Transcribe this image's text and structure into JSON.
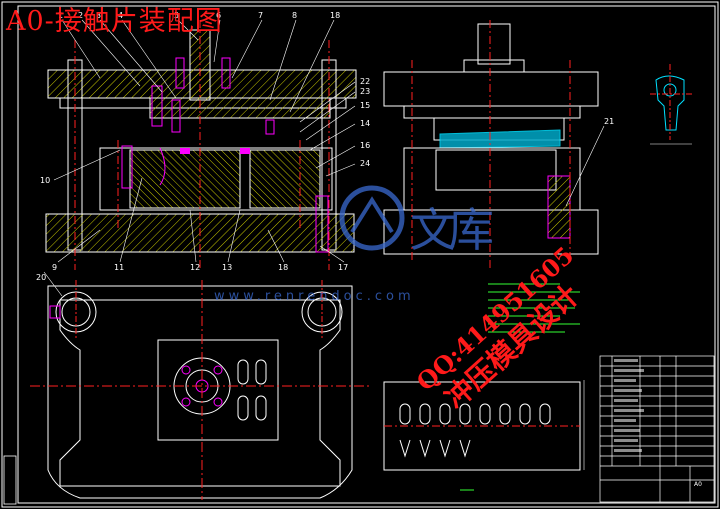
{
  "title": "A0-接触片装配图",
  "watermark": {
    "site_char1": "文",
    "site_char2": "库",
    "site_url": "www.renrendoc.com",
    "qq_text": "QQ:414951605",
    "design_text": "冲压模具设计"
  },
  "part_labels": {
    "left_view_top": [
      "1",
      "2",
      "3",
      "4",
      "5",
      "6",
      "7",
      "8",
      "18"
    ],
    "left_view_right": [
      "22",
      "23",
      "15",
      "14",
      "16",
      "24"
    ],
    "left_view_left": [
      "10",
      "9",
      "20"
    ],
    "left_view_bottom": [
      "11",
      "12",
      "13",
      "18",
      "17"
    ],
    "side_view": [
      "21"
    ]
  },
  "title_block": {
    "sheet_size": "A0"
  },
  "colors": {
    "background": "#000000",
    "outline": "#ffffff",
    "hatch": "#c8c800",
    "centerline": "#ff2020",
    "part_magenta": "#ff00ff",
    "part_cyan": "#00e0ff",
    "note_green": "#33ff33",
    "watermark_red": "#ff1a1a",
    "logo_blue": "#3a6ad0"
  }
}
